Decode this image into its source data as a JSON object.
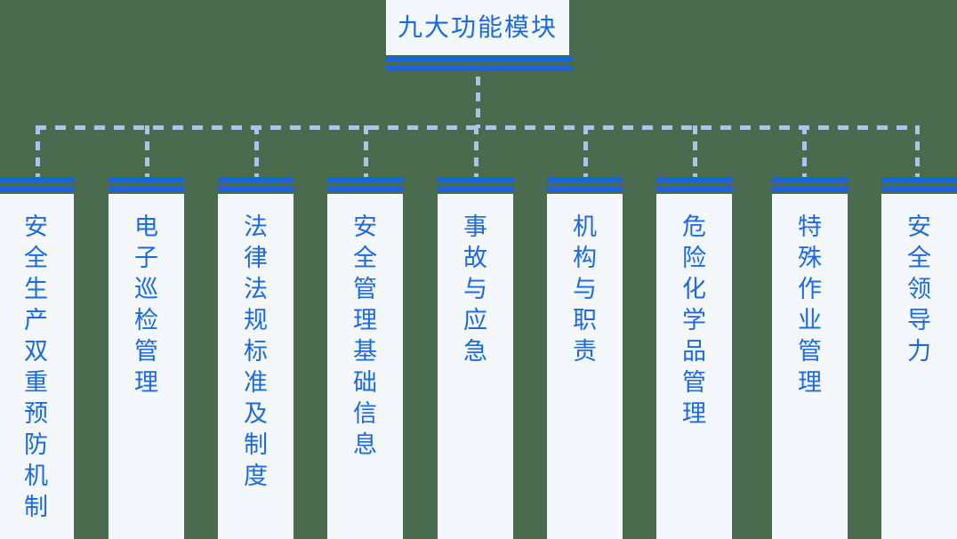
{
  "diagram": {
    "type": "organization-tree",
    "background_color": "#4a6b4d",
    "accent_color": "#1a63dd",
    "card_color": "#f4f8fd",
    "connector_color": "#a9c5ea",
    "text_color": "#1b6ae0",
    "root": {
      "label": "九大功能模块"
    },
    "children": [
      {
        "label": "安全生产双重预防机制"
      },
      {
        "label": "电子巡检管理"
      },
      {
        "label": "法律法规标准及制度"
      },
      {
        "label": "安全管理基础信息"
      },
      {
        "label": "事故与应急"
      },
      {
        "label": "机构与职责"
      },
      {
        "label": "危险化学品管理"
      },
      {
        "label": "特殊作业管理"
      },
      {
        "label": "安全领导力"
      }
    ]
  }
}
